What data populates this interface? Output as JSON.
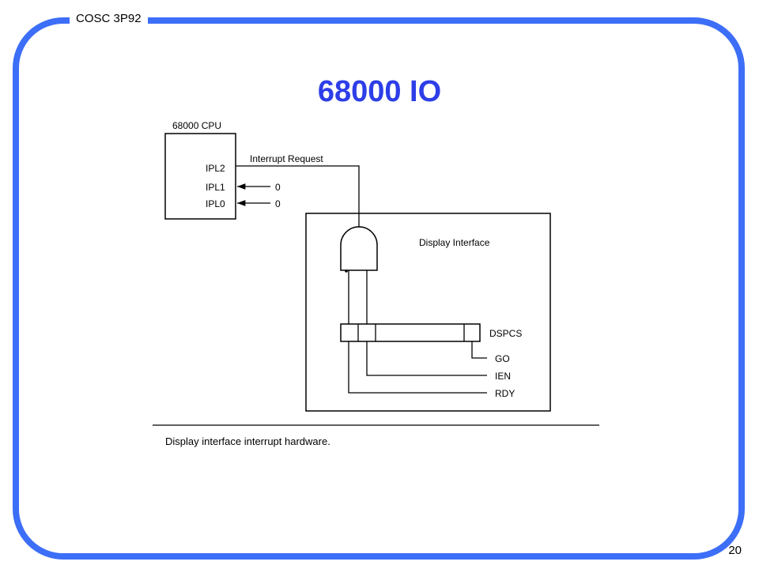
{
  "slide": {
    "course": "COSC 3P92",
    "title": "68000 IO",
    "page_number": "20"
  },
  "diagram": {
    "cpu_label": "68000 CPU",
    "pins": [
      "IPL2",
      "IPL1",
      "IPL0"
    ],
    "interrupt_request": "Interrupt Request",
    "ipl1_input": "0",
    "ipl0_input": "0",
    "interface_label": "Display Interface",
    "register_label": "DSPCS",
    "bits": [
      "GO",
      "IEN",
      "RDY"
    ],
    "caption": "Display interface interrupt hardware."
  },
  "colors": {
    "frame": "#3d6ef7",
    "title": "#2d3ee8"
  }
}
